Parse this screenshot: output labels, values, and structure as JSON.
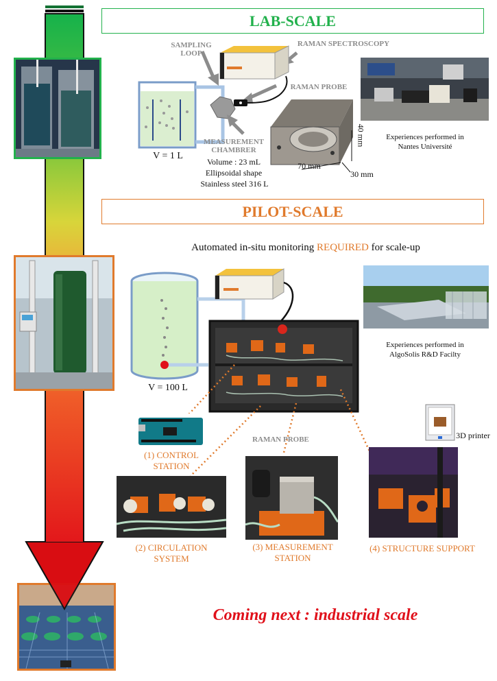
{
  "lab": {
    "title": "LAB-SCALE",
    "sampling_loop": "SAMPLING\nLOOP",
    "raman_spectroscopy": "RAMAN SPECTROSCOPY",
    "raman_probe": "RAMAN PROBE",
    "measurement_chamber": "MEASUREMENT\nCHAMBRER",
    "volume": "V = 1 L",
    "chamber_specs": [
      "Volume : 23 mL",
      "Ellipsoidal shape",
      "Stainless steel 316 L"
    ],
    "dim_width": "70 mm",
    "dim_height": "40 mm",
    "dim_depth": "30 mm",
    "caption": "Experiences performed in\nNantes Université"
  },
  "pilot": {
    "title": "PILOT-SCALE",
    "monitoring_prefix": "Automated in-situ monitoring ",
    "monitoring_highlight": "REQUIRED",
    "monitoring_suffix": " for scale-up",
    "volume": "V = 100 L",
    "caption": "Experiences performed in\nAlgoSolis R&D Facilty",
    "raman_probe": "RAMAN PROBE",
    "printer": "3D printer",
    "components": [
      {
        "label": "(1) CONTROL\nSTATION"
      },
      {
        "label": "(2) CIRCULATION\nSYSTEM"
      },
      {
        "label": "(3) MEASUREMENT\nSTATION"
      },
      {
        "label": "(4) STRUCTURE SUPPORT"
      }
    ]
  },
  "industrial": {
    "coming_next": "Coming next : industrial scale"
  },
  "colors": {
    "lab_green": "#22b14c",
    "pilot_orange": "#e07a2c",
    "industrial_red": "#e0101a"
  }
}
